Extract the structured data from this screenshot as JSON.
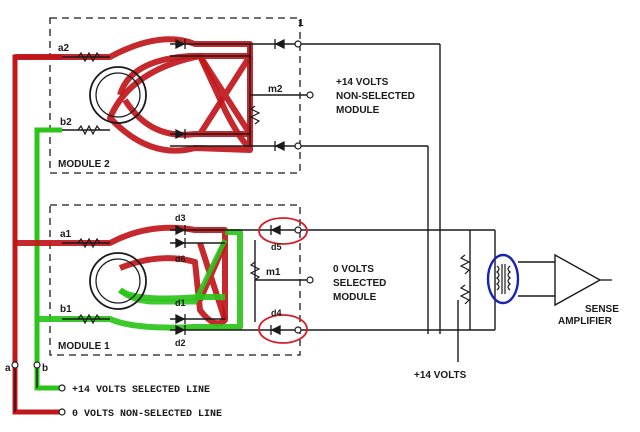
{
  "colors": {
    "ink": "#1a1a1a",
    "red_path": "#c0171b",
    "green_path": "#2bc41a",
    "highlight_red": "#d4202a",
    "highlight_blue": "#1a22b4"
  },
  "labels": {
    "top_marker": "1",
    "a2": "a2",
    "b2": "b2",
    "m2": "m2",
    "module2": "MODULE 2",
    "plus14_nonselected_1": "+14 VOLTS",
    "plus14_nonselected_2": "NON-SELECTED",
    "plus14_nonselected_3": "MODULE",
    "d3_top": "d3",
    "a1": "a1",
    "d6": "d6",
    "b1": "b1",
    "d1": "d1",
    "d2": "d2",
    "m1": "m1",
    "d5": "d5",
    "d4": "d4",
    "module1": "MODULE 1",
    "zero_selected_1": "0 VOLTS",
    "zero_selected_2": "SELECTED",
    "zero_selected_3": "MODULE",
    "node_a": "a",
    "node_b": "b",
    "selected_line": "+14 VOLTS SELECTED LINE",
    "nonselected_line": "0 VOLTS NON-SELECTED LINE",
    "plus14_bottom": "+14 VOLTS",
    "sense_1": "SENSE",
    "sense_2": "AMPLIFIER"
  },
  "icons": {
    "diode": "diode-symbol",
    "resistor": "resistor-symbol",
    "core": "magnetic-core",
    "transformer": "pulse-transformer",
    "amplifier": "amplifier-triangle"
  }
}
